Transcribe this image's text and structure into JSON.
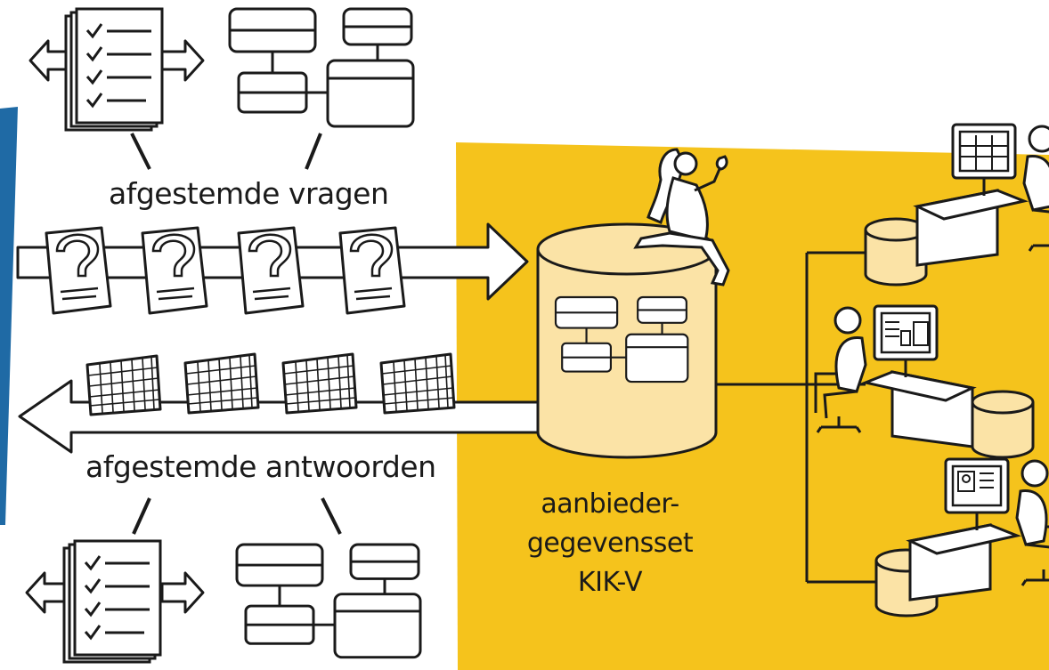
{
  "labels": {
    "questions": "afgestemde vragen",
    "answers": "afgestemde antwoorden",
    "dataset": [
      "aanbieder-",
      "gegevensset",
      "KIK-V"
    ]
  },
  "colors": {
    "yellow_panel": "#f5c31c",
    "cylinder_fill": "#fbe3a6",
    "blue_edge": "#1f6aa5",
    "ink": "#1a1a1a"
  },
  "icons": {
    "questions": "question-document-icon",
    "answers": "grid-sheet-icon",
    "person": "woman-pointing-icon",
    "workstations": [
      "workstation-table-icon",
      "workstation-chart-icon",
      "workstation-profile-icon"
    ]
  }
}
